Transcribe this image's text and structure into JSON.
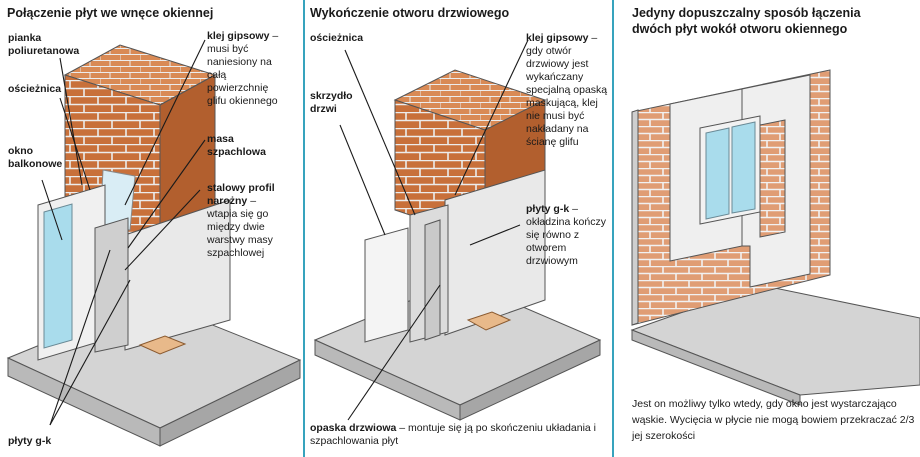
{
  "panels": [
    {
      "title": "Połączenie płyt we wnęce okiennej",
      "labels": {
        "pianka": "pianka poliuretanowa",
        "oscieznica": "ościeżnica",
        "okno": "okno balkonowe",
        "plyty": "płyty g-k",
        "klej_title": "klej gipsowy",
        "klej_desc": "– musi być naniesiony na całą powierzchnię glifu okiennego",
        "masa": "masa szpachlowa",
        "profil_title": "stalowy profil narożny",
        "profil_desc": "– wtapia się go między dwie warstwy masy szpachlowej"
      }
    },
    {
      "title": "Wykończenie otworu drzwiowego",
      "labels": {
        "oscieznica": "ościeżnica",
        "skrzydlo": "skrzydło drzwi",
        "klej_title": "klej gipsowy",
        "klej_desc": "– gdy otwór drzwiowy jest wykańczany specjalną opaską maskującą, klej nie musi być nakładany na ścianę glifu",
        "plyty_title": "płyty g-k",
        "plyty_desc": "– okładzina kończy się równo z otworem drzwiowym",
        "opaska_title": "opaska drzwiowa",
        "opaska_desc": "– montuje się ją po skończeniu układania i szpachlowania płyt"
      }
    },
    {
      "title": "Jedyny dopuszczalny sposób łączenia dwóch płyt wokół otworu okiennego",
      "note": "Jest on możliwy tylko wtedy, gdy okno jest wystarczająco wąskie. Wycięcia w płycie nie mogą bowiem przekraczać 2/3 jej szerokości"
    }
  ],
  "colors": {
    "divider": "#36a3bd",
    "brick": "#c8703a",
    "mortar": "#ececec",
    "concrete": "#cfcfcf",
    "board": "#e9e9e9",
    "glass": "#a9dcec"
  }
}
